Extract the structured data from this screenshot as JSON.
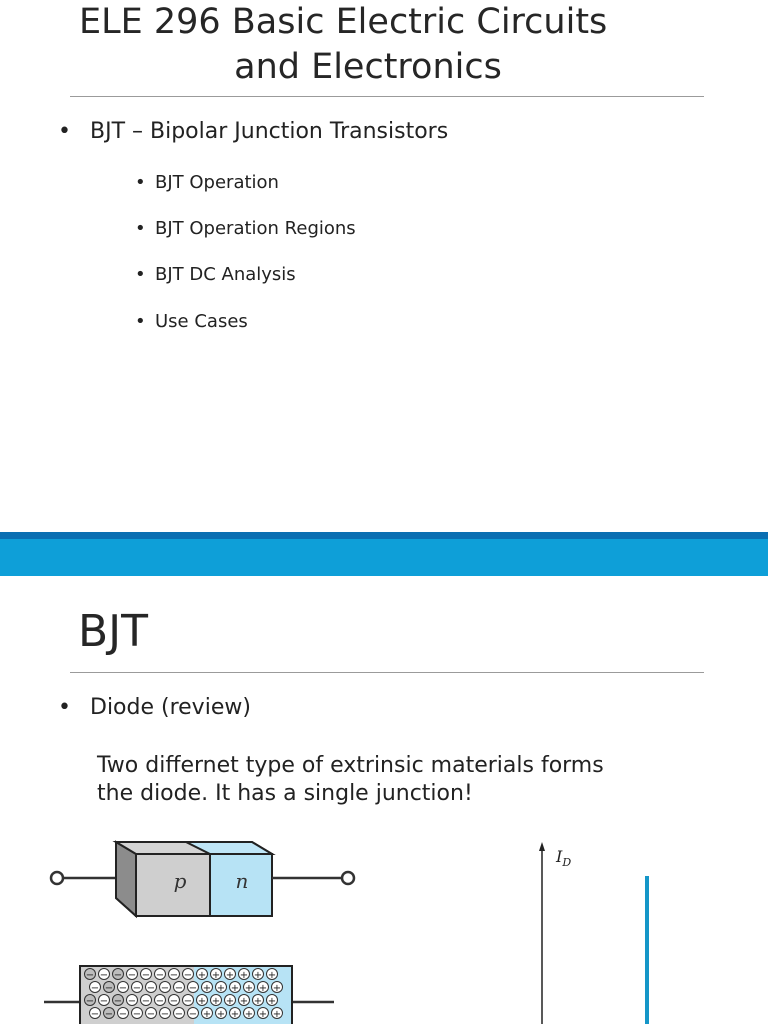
{
  "slide1": {
    "title_line1": "ELE 296 Basic Electric Circuits",
    "title_line2": "and Electronics",
    "bullet_main": "BJT – Bipolar Junction Transistors",
    "sub_bullets": [
      "BJT Operation",
      "BJT Operation Regions",
      "BJT DC Analysis",
      "Use Cases"
    ]
  },
  "slide2": {
    "title": "BJT",
    "bullet": "Diode (review)",
    "paragraph_line1": "Two differnet type of extrinsic materials forms",
    "paragraph_line2": "the diode. It has a single junction!",
    "diode_p_label": "p",
    "diode_n_label": "n",
    "graph_y_label": "I",
    "graph_y_subscript": "D"
  },
  "colors": {
    "band": "#0e9fd8",
    "band_edge": "#0b6fb2",
    "n_region": "#b7e3f5",
    "p_region": "#c9c9c9",
    "curve": "#1596c8"
  }
}
